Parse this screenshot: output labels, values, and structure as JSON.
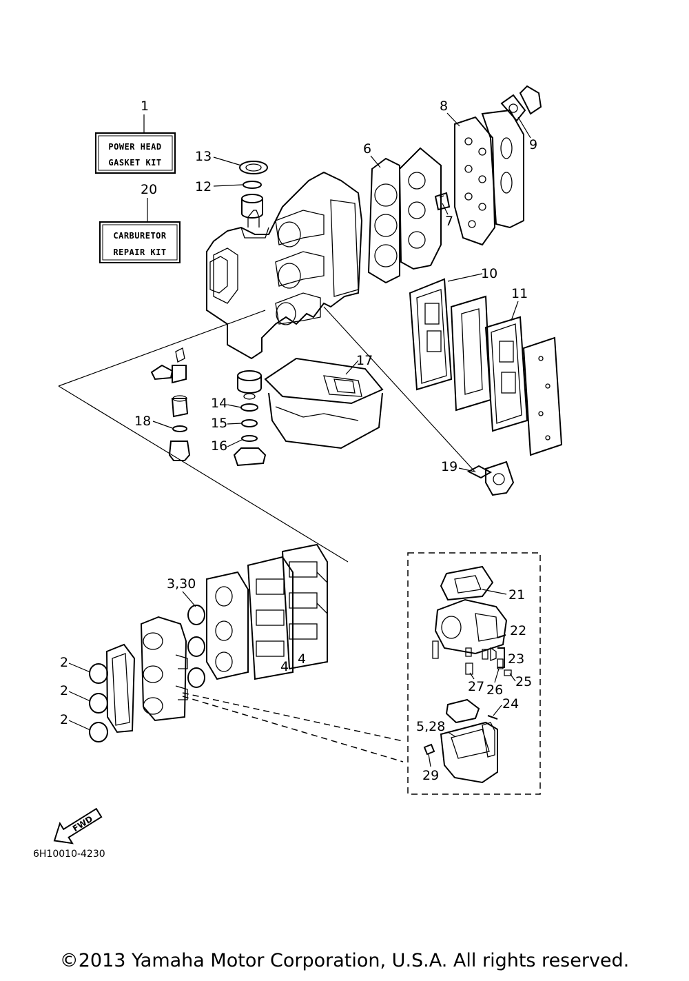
{
  "kits": {
    "power_head": {
      "number": "1",
      "line1": "POWER HEAD",
      "line2": "GASKET KIT"
    },
    "carburetor": {
      "number": "20",
      "line1": "CARBURETOR",
      "line2": "REPAIR KIT"
    }
  },
  "labels": {
    "n2a": "2",
    "n2b": "2",
    "n2c": "2",
    "n330": "3,30",
    "n4a": "4",
    "n4b": "4",
    "n6": "6",
    "n7": "7",
    "n8": "8",
    "n9": "9",
    "n10": "10",
    "n11": "11",
    "n12": "12",
    "n13": "13",
    "n14": "14",
    "n15": "15",
    "n16": "16",
    "n17": "17",
    "n18": "18",
    "n19": "19",
    "n21": "21",
    "n22": "22",
    "n23": "23",
    "n24": "24",
    "n25": "25",
    "n26": "26",
    "n27": "27",
    "n528": "5,28",
    "n29": "29"
  },
  "fwd_label": "FWD",
  "diagram_code": "6H10010-4230",
  "copyright": "©2013 Yamaha Motor Corporation, U.S.A. All rights reserved."
}
